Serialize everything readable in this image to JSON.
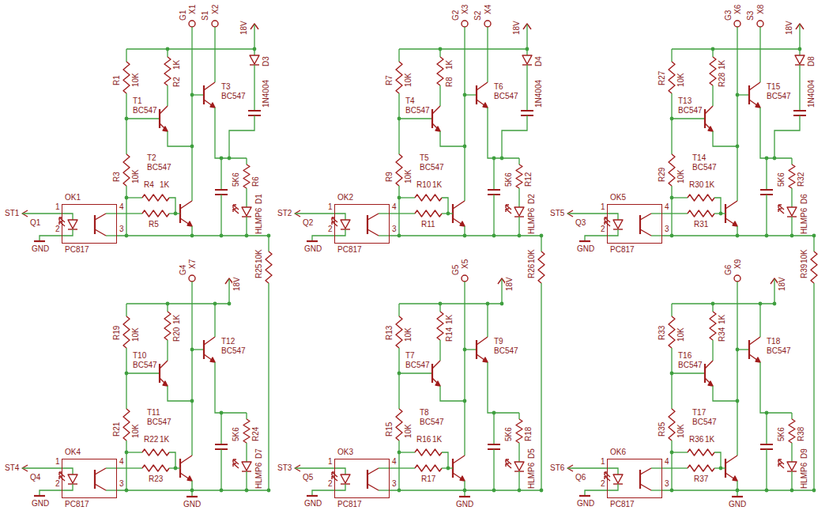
{
  "diagram": {
    "nodes": [
      {
        "text": [
          "OK1",
          "PC817"
        ]
      },
      {
        "text": [
          "OK2",
          "PC817"
        ]
      },
      {
        "text": [
          "OK5",
          "PC817"
        ]
      },
      {
        "text": [
          "OK4",
          "PC817"
        ]
      },
      {
        "text": [
          "OK3",
          "PC817"
        ]
      },
      {
        "text": [
          "OK6",
          "PC817"
        ]
      }
    ],
    "labels": [
      "G1",
      "X1",
      "S1",
      "X2",
      "18V",
      "D3",
      "1N4004",
      "R1",
      "10K",
      "T1",
      "BC547",
      "R2",
      "1K",
      "T3",
      "BC547",
      "R3",
      "10K",
      "T2",
      "BC547",
      "R4",
      "1K",
      "R5",
      "R6",
      "5K6",
      "D1",
      "HLMP6",
      "ST1",
      "Q1",
      "GND",
      "1",
      "2",
      "3",
      "4",
      "G2",
      "X3",
      "S2",
      "X4",
      "18V",
      "D4",
      "1N4004",
      "R7",
      "10K",
      "T4",
      "BC547",
      "R8",
      "1K",
      "T6",
      "BC547",
      "R9",
      "10K",
      "T5",
      "BC547",
      "R10",
      "1K",
      "R11",
      "R12",
      "5K6",
      "D2",
      "HLMP6",
      "ST2",
      "Q2",
      "GND",
      "1",
      "2",
      "3",
      "4",
      "G3",
      "X6",
      "S3",
      "X8",
      "18V",
      "D8",
      "1N4004",
      "R27",
      "10K",
      "T13",
      "BC547",
      "R28",
      "1K",
      "T15",
      "BC547",
      "R29",
      "10K",
      "T14",
      "BC547",
      "R30",
      "1K",
      "R31",
      "R32",
      "5K6",
      "D6",
      "HLMP6",
      "ST5",
      "Q3",
      "GND",
      "1",
      "2",
      "3",
      "4",
      "R25",
      "10K",
      "R26",
      "10K",
      "R39",
      "10K",
      "G4",
      "X7",
      "18V",
      "R19",
      "10K",
      "T10",
      "BC547",
      "R20",
      "1K",
      "T12",
      "BC547",
      "R21",
      "10K",
      "T11",
      "BC547",
      "R22",
      "1K",
      "R23",
      "R24",
      "5K6",
      "D7",
      "HLMP6",
      "ST4",
      "Q4",
      "GND",
      "1",
      "2",
      "3",
      "4",
      "GND",
      "G5",
      "X5",
      "18V",
      "R13",
      "10K",
      "T7",
      "BC547",
      "R14",
      "1K",
      "T9",
      "BC547",
      "R15",
      "10K",
      "T8",
      "BC547",
      "R16",
      "1K",
      "R17",
      "R18",
      "5K6",
      "D5",
      "HLMP6",
      "ST3",
      "Q5",
      "GND",
      "1",
      "2",
      "3",
      "4",
      "GND",
      "G6",
      "X9",
      "18V",
      "R33",
      "10K",
      "T16",
      "BC547",
      "R34",
      "1K",
      "T18",
      "BC547",
      "R35",
      "10K",
      "T17",
      "BC547",
      "R36",
      "1K",
      "R37",
      "R38",
      "5K6",
      "D9",
      "HLMP6",
      "ST6",
      "Q6",
      "GND",
      "1",
      "2",
      "3",
      "4",
      "GND"
    ]
  }
}
